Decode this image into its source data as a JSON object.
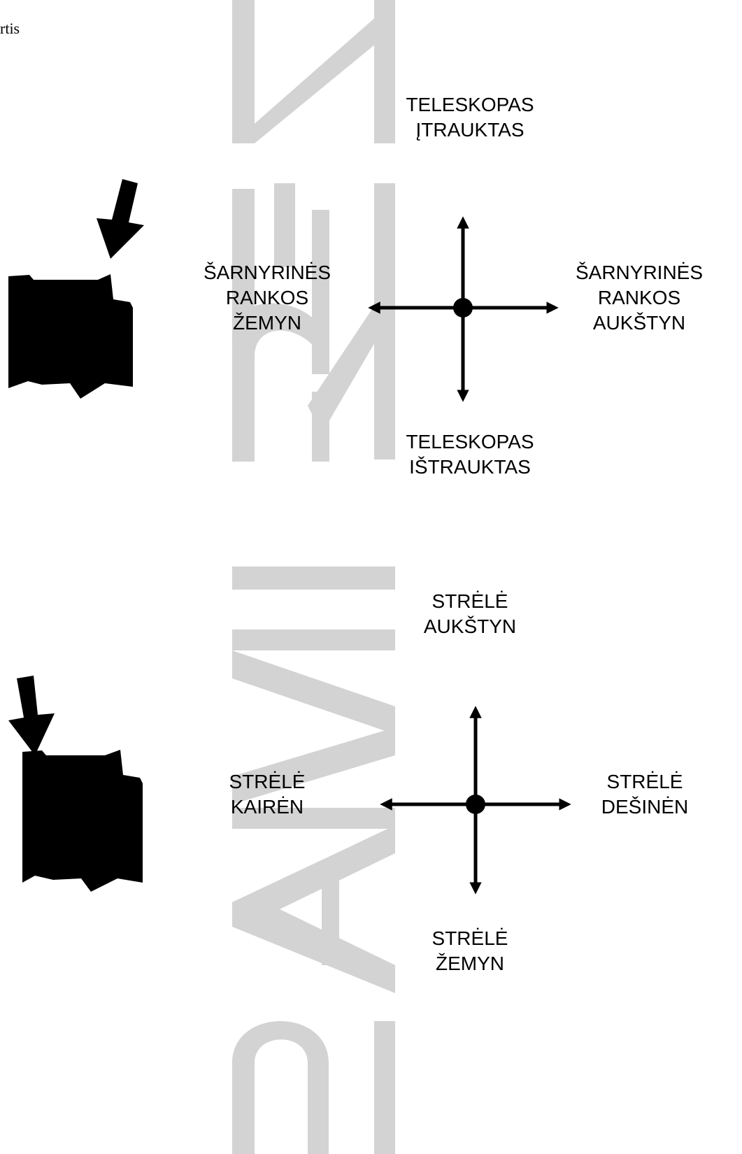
{
  "header": {
    "corner_text": "rtis"
  },
  "watermark": {
    "text": "RAMIREN"
  },
  "diagram1": {
    "top_label": [
      "TELESKOPAS",
      "ĮTRAUKTAS"
    ],
    "left_label": [
      "ŠARNYRINĖS",
      "RANKOS",
      "ŽEMYN"
    ],
    "right_label": [
      "ŠARNYRINĖS",
      "RANKOS",
      "AUKŠTYN"
    ],
    "bottom_label": [
      "TELESKOPAS",
      "IŠTRAUKTAS"
    ]
  },
  "diagram2": {
    "top_label": [
      "STRĖLĖ",
      "AUKŠTYN"
    ],
    "left_label": [
      "STRĖLĖ",
      "KAIRĖN"
    ],
    "right_label": [
      "STRĖLĖ",
      "DEŠINĖN"
    ],
    "bottom_label": [
      "STRĖLĖ",
      "ŽEMYN"
    ]
  }
}
